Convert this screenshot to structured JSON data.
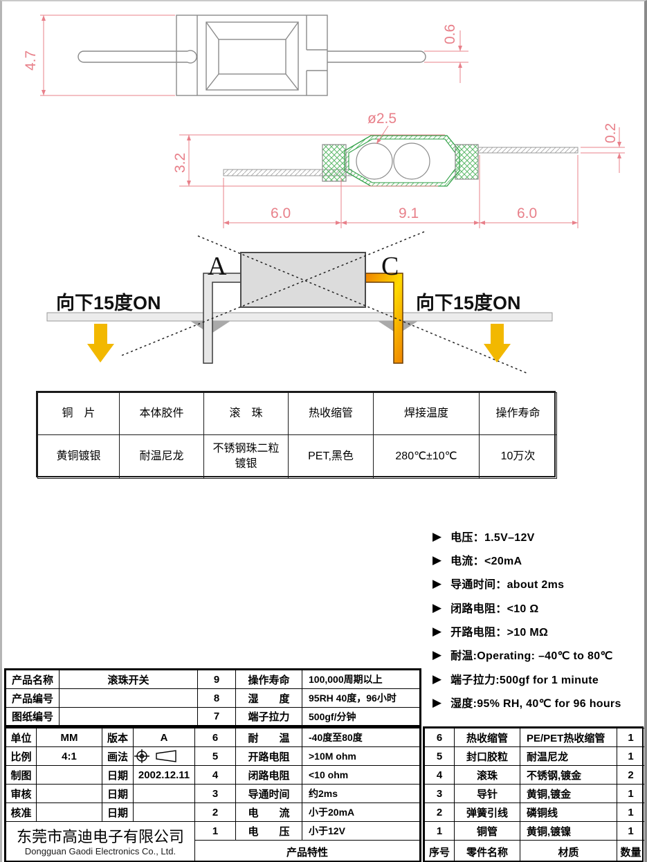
{
  "colors": {
    "dimension_pink": "#e8808a",
    "capsule_green": "#2e9e44",
    "arrow_gold": "#f2b800",
    "lead_orange": "#f08a00",
    "drawing_gray": "#8a8a8a"
  },
  "top_view": {
    "dim_height": "4.7",
    "dim_lead_width": "0.6"
  },
  "side_view": {
    "dim_ball_diameter": "ø2.5",
    "dim_body_height": "3.2",
    "dim_lead_thickness": "0.2",
    "dim_left_lead": "6.0",
    "dim_body_length": "9.1",
    "dim_right_lead": "6.0"
  },
  "tilt_diagram": {
    "terminal_a": "A",
    "terminal_c": "C",
    "left_note": "向下15度ON",
    "right_note": "向下15度ON"
  },
  "materials_table": {
    "columns": [
      {
        "header": "铜　片",
        "value": "黄铜镀银"
      },
      {
        "header": "本体胶件",
        "value": "耐温尼龙"
      },
      {
        "header": "滚　珠",
        "value": "不锈钢珠二粒\n镀银"
      },
      {
        "header": "热收缩管",
        "value": "PET,黑色"
      },
      {
        "header": "焊接温度",
        "value": "280℃±10℃"
      },
      {
        "header": "操作寿命",
        "value": "10万次"
      }
    ]
  },
  "features": {
    "items": [
      "电压：1.5V–12V",
      "电流：<20mA",
      "导通时间：about 2ms",
      "闭路电阻：<10 Ω",
      "开路电阻：>10 MΩ",
      "耐温:Operating: –40℃ to 80℃",
      "端子拉力:500gf for 1 minute",
      "湿度:95% RH, 40℃ for 96 hours"
    ]
  },
  "title_block": {
    "info_rows": [
      {
        "label": "产品名称",
        "value": "滚珠开关",
        "num": "9",
        "spec_label": "操作寿命",
        "spec_value": "100,000周期以上"
      },
      {
        "label": "产品编号",
        "value": "",
        "num": "8",
        "spec_label": "湿　　度",
        "spec_value": "95RH 40度，96小时"
      },
      {
        "label": "图纸编号",
        "value": "",
        "num": "7",
        "spec_label": "端子拉力",
        "spec_value": "500gf/分钟"
      }
    ],
    "detail_rows": [
      {
        "l1": "单位",
        "v1": "MM",
        "l2": "版本",
        "v2": "A",
        "num": "6",
        "spec_label": "耐　　温",
        "spec_value": "-40度至80度"
      },
      {
        "l1": "比例",
        "v1": "4:1",
        "l2": "画法",
        "v2": "",
        "num": "5",
        "spec_label": "开路电阻",
        "spec_value": ">10M ohm"
      },
      {
        "l1": "制图",
        "v1": "",
        "l2": "日期",
        "v2": "2002.12.11",
        "num": "4",
        "spec_label": "闭路电阻",
        "spec_value": "<10 ohm"
      },
      {
        "l1": "审核",
        "v1": "",
        "l2": "日期",
        "v2": "",
        "num": "3",
        "spec_label": "导通时间",
        "spec_value": "约2ms"
      },
      {
        "l1": "核准",
        "v1": "",
        "l2": "日期",
        "v2": "",
        "num": "2",
        "spec_label": "电　　流",
        "spec_value": "小于20mA"
      }
    ],
    "spec_row_1": {
      "num": "1",
      "spec_label": "电　　压",
      "spec_value": "小于12V"
    },
    "company": {
      "name_cn": "东莞市高迪电子有限公司",
      "name_en": "Dongguan Gaodi Electronics Co., Ltd."
    },
    "footer_label": "产品特性"
  },
  "parts_table": {
    "rows": [
      {
        "num": "6",
        "name": "热收缩管",
        "material": "PE/PET热收缩管",
        "qty": "1"
      },
      {
        "num": "5",
        "name": "封口胶粒",
        "material": "耐温尼龙",
        "qty": "1"
      },
      {
        "num": "4",
        "name": "滚珠",
        "material": "不锈钢,镀金",
        "qty": "2"
      },
      {
        "num": "3",
        "name": "导针",
        "material": "黄铜,镀金",
        "qty": "1"
      },
      {
        "num": "2",
        "name": "弹簧引线",
        "material": "磷铜线",
        "qty": "1"
      },
      {
        "num": "1",
        "name": "铜管",
        "material": "黄铜,镀镍",
        "qty": "1"
      }
    ],
    "footer": {
      "num": "序号",
      "name": "零件名称",
      "material": "材质",
      "qty": "数量"
    }
  }
}
